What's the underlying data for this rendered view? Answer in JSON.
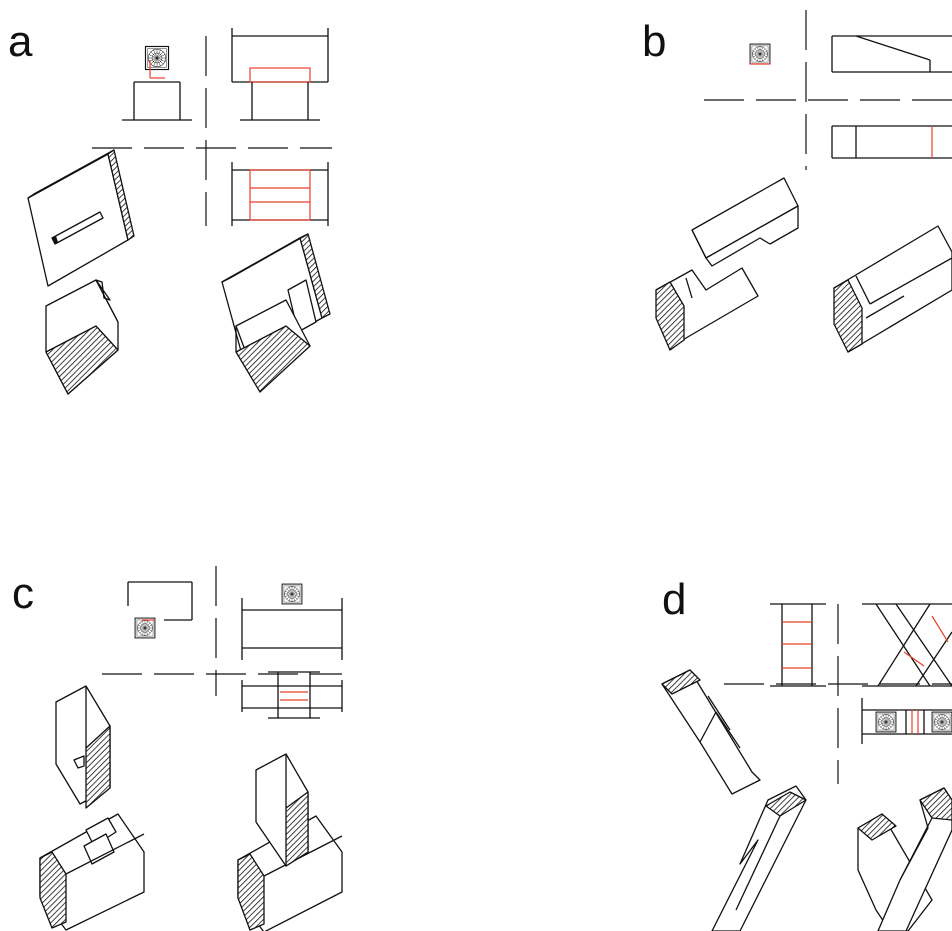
{
  "figure": {
    "panels": [
      {
        "id": "a",
        "label": "a"
      },
      {
        "id": "b",
        "label": "b"
      },
      {
        "id": "c",
        "label": "c"
      },
      {
        "id": "d",
        "label": "d"
      }
    ]
  },
  "colors": {
    "line": "#111111",
    "hidden_edge": "#e8402a",
    "background": "#ffffff"
  }
}
